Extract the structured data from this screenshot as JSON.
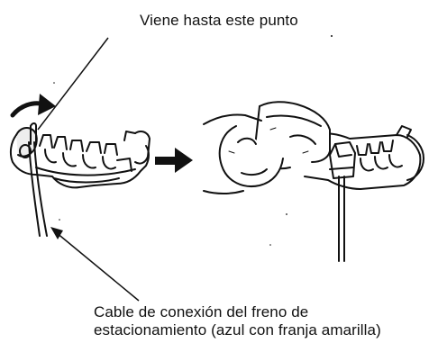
{
  "callout_top": "Viene hasta este punto",
  "callout_bottom_line1": "Cable de conexión del freno de",
  "callout_bottom_line2": "estacionamiento (azul con franja amarilla)",
  "colors": {
    "ink": "#111111",
    "paper": "#ffffff",
    "shade": "#dcdcdc"
  }
}
